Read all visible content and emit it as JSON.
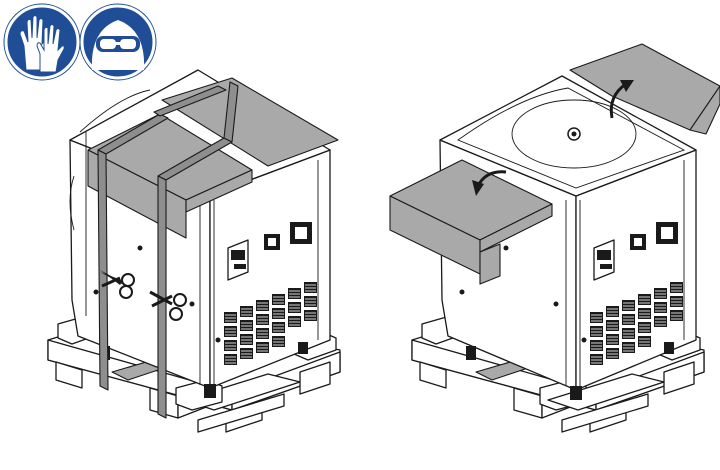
{
  "safety_signs": [
    {
      "name": "protective-gloves",
      "color": "#1f4e96"
    },
    {
      "name": "safety-goggles",
      "color": "#1f4e96"
    }
  ],
  "steps": [
    {
      "name": "cut-straps",
      "tool": "scissors",
      "strap_count": 2
    },
    {
      "name": "remove-cover-sheets",
      "arrow": "lift-off",
      "sheet_count": 2
    }
  ]
}
